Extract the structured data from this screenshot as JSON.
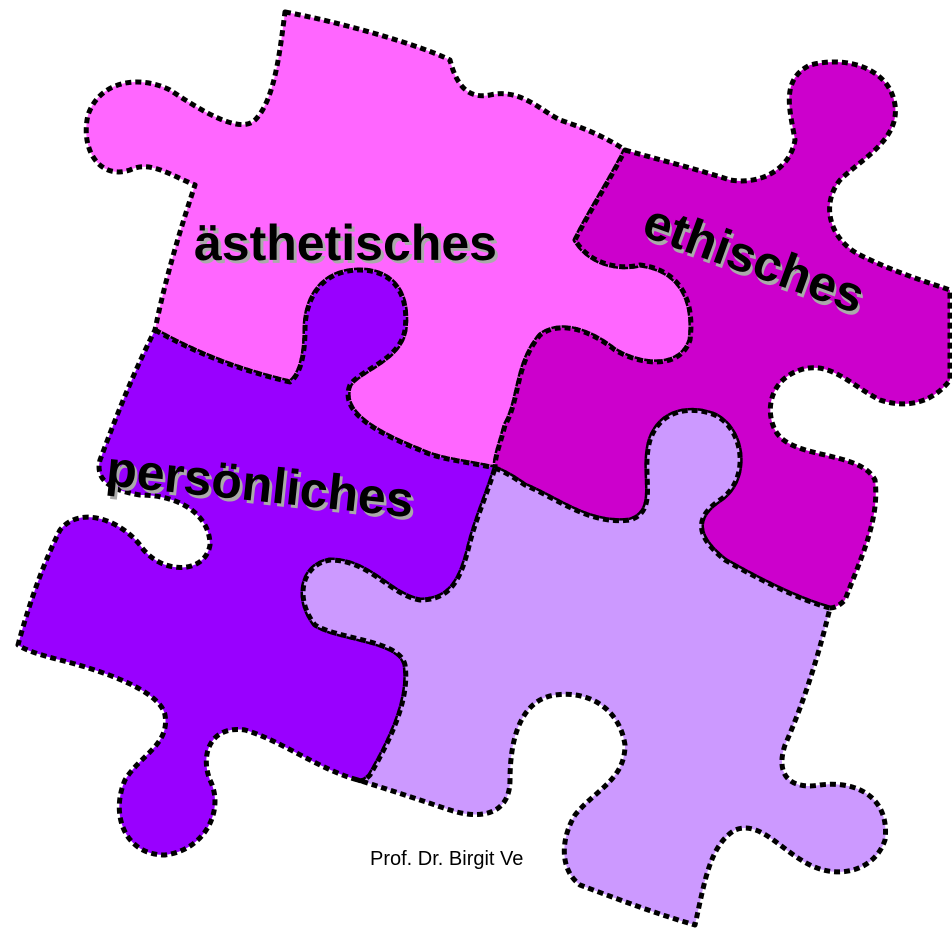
{
  "pieces": {
    "aesthetic": {
      "label": "ästhetisches",
      "color": "#ff66ff"
    },
    "ethic": {
      "label": "ethisches",
      "color": "#cc00cc"
    },
    "personal": {
      "label": "persönliches",
      "color": "#9900ff"
    },
    "fourth": {
      "label": "",
      "color": "#cc99ff"
    }
  },
  "footer": {
    "text": "Prof. Dr. Birgit Ve"
  }
}
